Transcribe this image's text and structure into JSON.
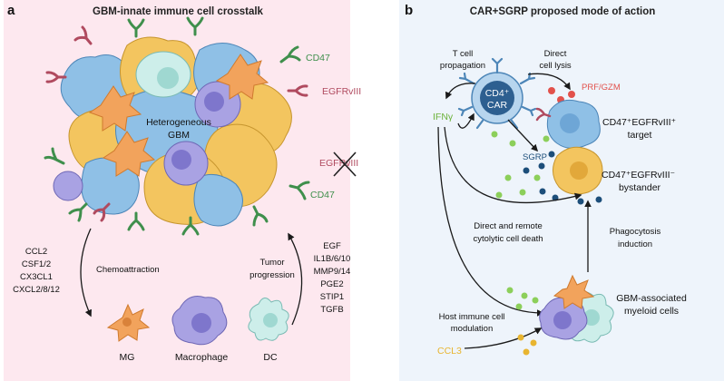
{
  "colors": {
    "panel_a_bg": "#fde8ef",
    "panel_b_bg": "#eef4fb",
    "tumor_yellow": "#f3c55f",
    "tumor_blue": "#8fc0e6",
    "tumor_purple": "#a9a2e3",
    "microglia_orange": "#f2a35c",
    "dc_teal": "#bfe6e3",
    "cd47_green": "#3f8f4c",
    "egfr_red": "#b04a5f",
    "ifn_green": "#8ccf5a",
    "sgrp_navy": "#1c4e7a",
    "prf_red": "#e2514b",
    "ccl3_gold": "#e8b530"
  },
  "panel_a": {
    "letter": "a",
    "title": "GBM-innate immune cell crosstalk",
    "tumor_label_1": "Heterogeneous",
    "tumor_label_2": "GBM",
    "cd47_top": "CD47",
    "egfrviii_top": "EGFRvIII",
    "egfrviii_crossed": "EGFRvIII",
    "cd47_bottom": "CD47",
    "chemokines": [
      "CCL2",
      "CSF1/2",
      "CX3CL1",
      "CXCL2/8/12"
    ],
    "chemoattraction": "Chemoattraction",
    "tumor_progression_1": "Tumor",
    "tumor_progression_2": "progression",
    "factors": [
      "EGF",
      "IL1B/6/10",
      "MMP9/14",
      "PGE2",
      "STIP1",
      "TGFB"
    ],
    "cell_mg": "MG",
    "cell_macrophage": "Macrophage",
    "cell_dc": "DC"
  },
  "panel_b": {
    "letter": "b",
    "title": "CAR+SGRP proposed mode of action",
    "t_cell_prop_1": "T cell",
    "t_cell_prop_2": "propagation",
    "direct_lysis_1": "Direct",
    "direct_lysis_2": "cell lysis",
    "car_cell_1": "CD4⁺",
    "car_cell_2": "CAR",
    "prf_gzm": "PRF/GZM",
    "ifng": "IFNγ",
    "target_1": "CD47⁺EGFRvIII⁺",
    "target_2": "target",
    "sgrp": "SGRP",
    "bystander_1": "CD47⁺EGFRvIII⁻",
    "bystander_2": "bystander",
    "direct_remote_1": "Direct and remote",
    "direct_remote_2": "cytolytic cell death",
    "phago_1": "Phagocytosis",
    "phago_2": "induction",
    "myeloid_1": "GBM-associated",
    "myeloid_2": "myeloid cells",
    "host_1": "Host immune cell",
    "host_2": "modulation",
    "ccl3": "CCL3"
  }
}
